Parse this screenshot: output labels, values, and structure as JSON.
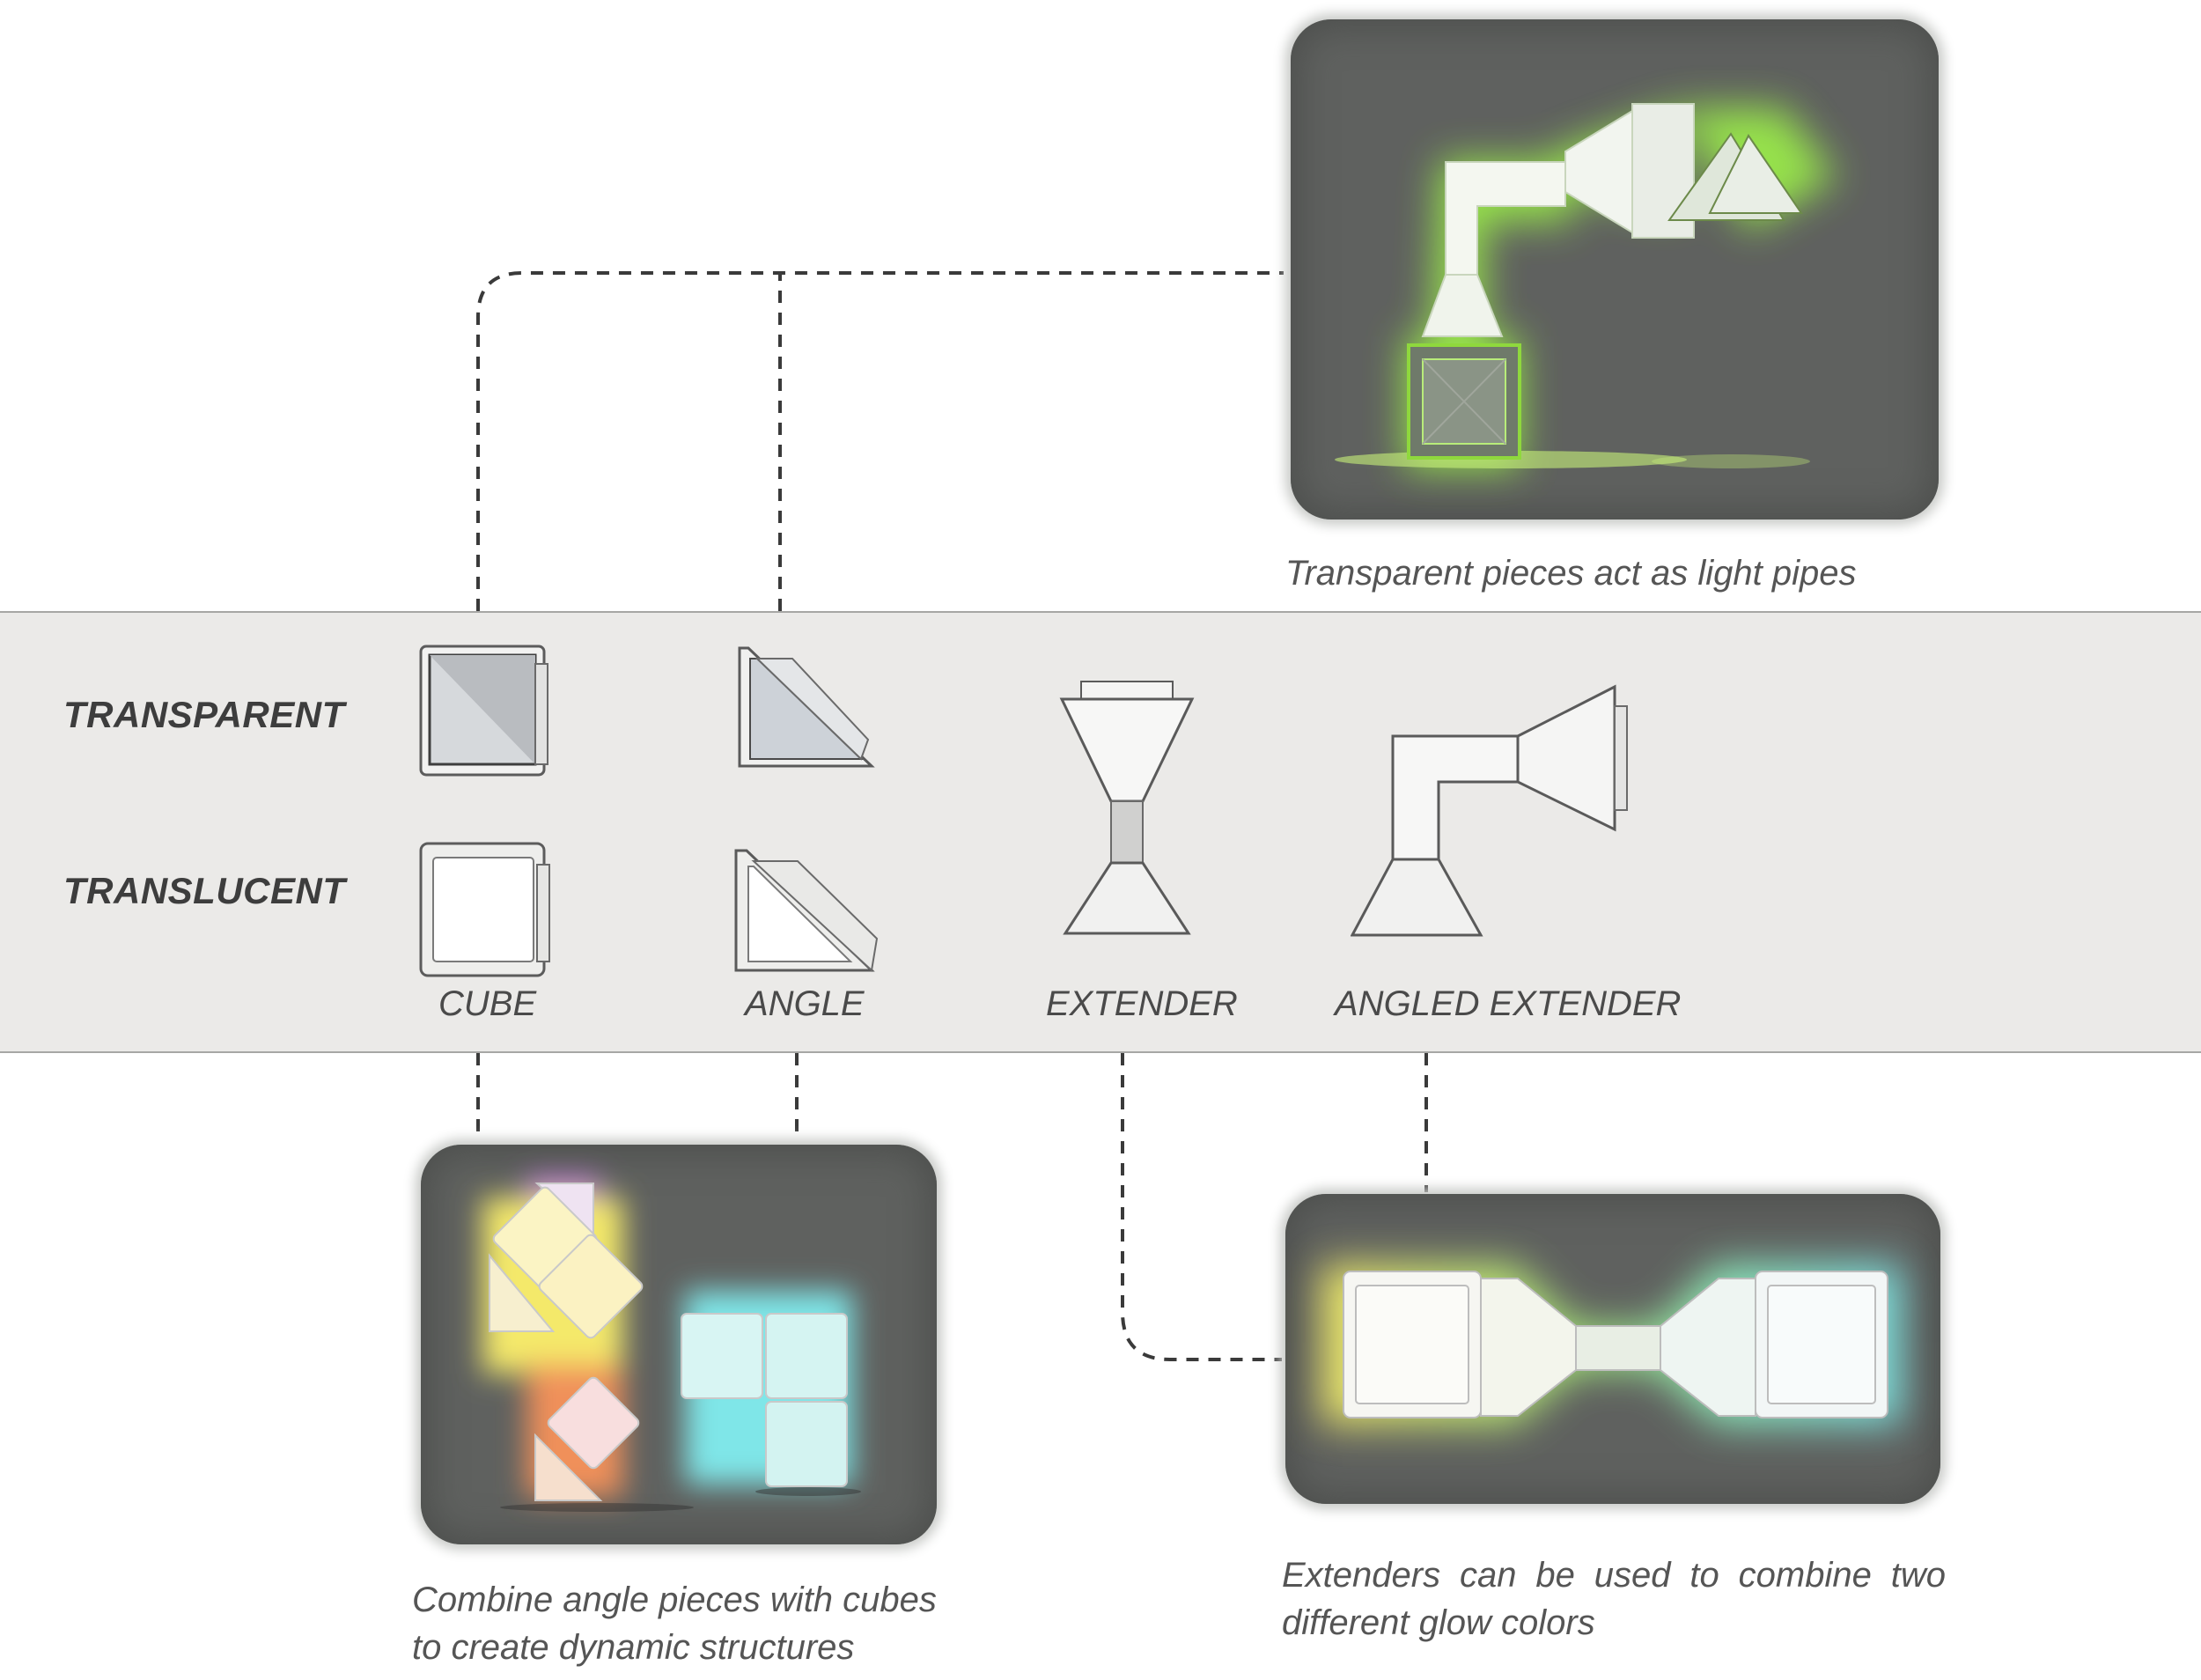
{
  "rows": {
    "transparent": "TRANSPARENT",
    "translucent": "TRANSLUCENT"
  },
  "pieces": {
    "cube": "CUBE",
    "angle": "ANGLE",
    "extender": "EXTENDER",
    "angled_extender": "ANGLED EXTENDER"
  },
  "captions": {
    "light_pipes": "Transparent pieces act as light pipes",
    "angle_cubes": "Combine angle pieces with cubes to create dynamic structures",
    "extenders": "Extenders can be used to combine two different glow colors"
  },
  "colors": {
    "band": "#ebeae8",
    "photo_bg": "#5f615f",
    "glow_green": "#9cf04a",
    "glow_yellow": "#f4e96a",
    "glow_purple": "#c87ae0",
    "glow_orange": "#f0905a",
    "glow_cyan": "#7fe6e8",
    "connector": "#3a3a3a"
  }
}
